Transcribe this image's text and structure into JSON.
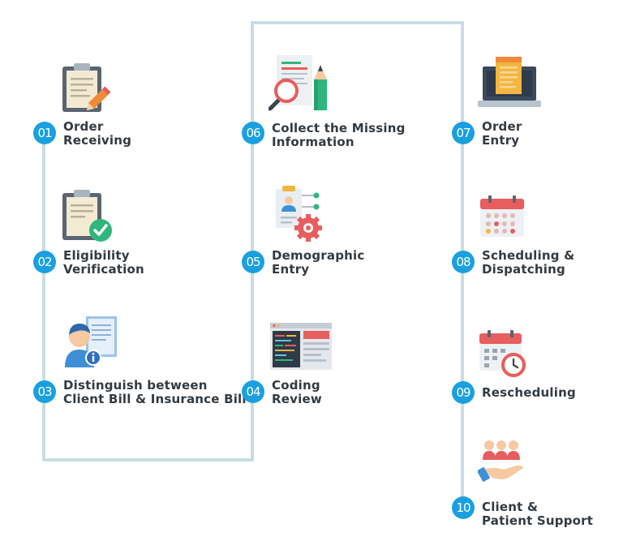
{
  "colors": {
    "line": "#c8dde5",
    "badge": "#1aa0e0",
    "text": "#333a40"
  },
  "steps": [
    {
      "num": "01",
      "line1": "Order",
      "line2": "Receiving",
      "icon": "clipboard-pencil-icon"
    },
    {
      "num": "02",
      "line1": "Eligibility",
      "line2": "Verification",
      "icon": "clipboard-check-icon"
    },
    {
      "num": "03",
      "line1": "Distinguish between",
      "line2": "Client Bill & Insurance Bill",
      "icon": "person-document-info-icon"
    },
    {
      "num": "04",
      "line1": "Coding",
      "line2": "Review",
      "icon": "code-window-icon"
    },
    {
      "num": "05",
      "line1": "Demographic",
      "line2": "Entry",
      "icon": "profile-gear-icon"
    },
    {
      "num": "06",
      "line1": "Collect the Missing",
      "line2": "Information",
      "icon": "document-magnifier-pencil-icon"
    },
    {
      "num": "07",
      "line1": "Order",
      "line2": "Entry",
      "icon": "laptop-document-icon"
    },
    {
      "num": "08",
      "line1": "Scheduling &",
      "line2": "Dispatching",
      "icon": "calendar-icon"
    },
    {
      "num": "09",
      "line1": "Rescheduling",
      "line2": "",
      "icon": "calendar-clock-icon"
    },
    {
      "num": "10",
      "line1": "Client &",
      "line2": "Patient Support",
      "icon": "hand-people-icon"
    }
  ]
}
